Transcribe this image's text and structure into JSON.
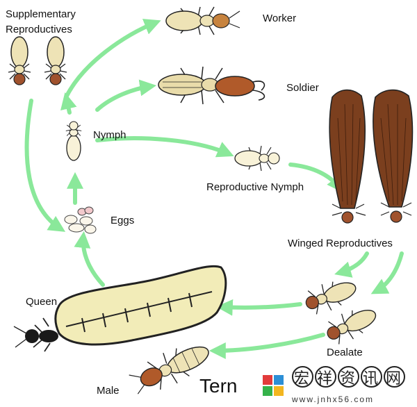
{
  "labels": {
    "supplementary": "Supplementary\nReproductives",
    "worker": "Worker",
    "soldier": "Soldier",
    "nymph": "Nymph",
    "reproductive_nymph": "Reproductive Nymph",
    "eggs": "Eggs",
    "winged": "Winged Reproductives",
    "queen": "Queen",
    "dealate": "Dealate",
    "male": "Male"
  },
  "partial_title": "Tern",
  "watermark": {
    "chars": [
      "宏",
      "祥",
      "资",
      "讯",
      "网"
    ],
    "url": "www.jnhx56.com"
  },
  "colors": {
    "arrow": "#8ae89a",
    "body_light": "#eee3b6",
    "body_brown": "#b06a3e",
    "head_brown": "#a0522d",
    "wing": "#7b3f1e",
    "outline": "#222222",
    "queen_abdomen": "#f2ecb8"
  }
}
